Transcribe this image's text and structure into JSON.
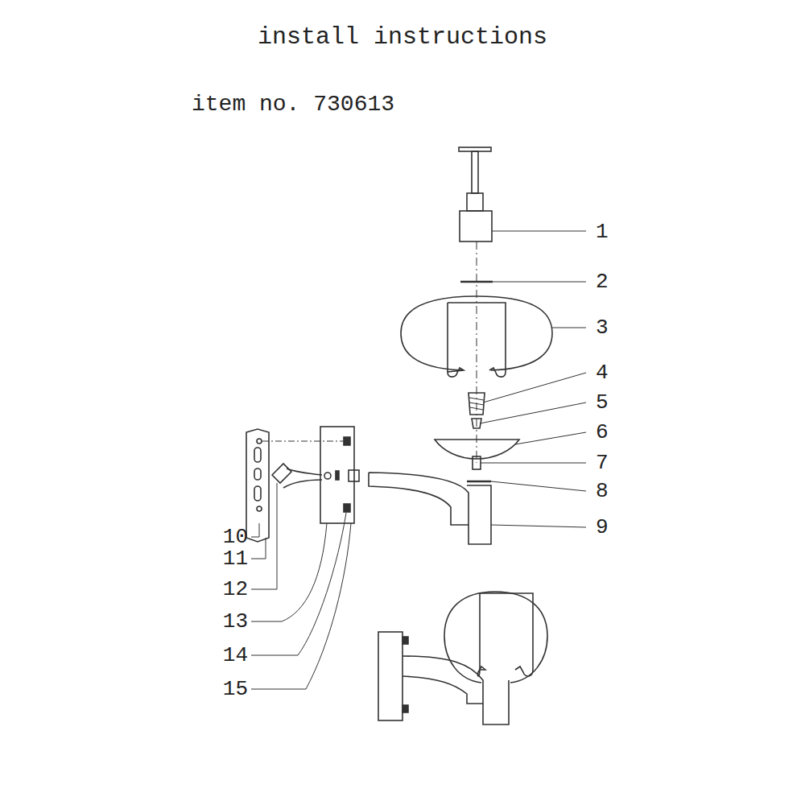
{
  "diagram": {
    "title": "install instructions",
    "labels": [
      "item no. 730613",
      "1",
      "2",
      "3",
      "4",
      "5",
      "6",
      "7",
      "8",
      "9",
      "10",
      "11",
      "12",
      "13",
      "14",
      "15"
    ]
  }
}
